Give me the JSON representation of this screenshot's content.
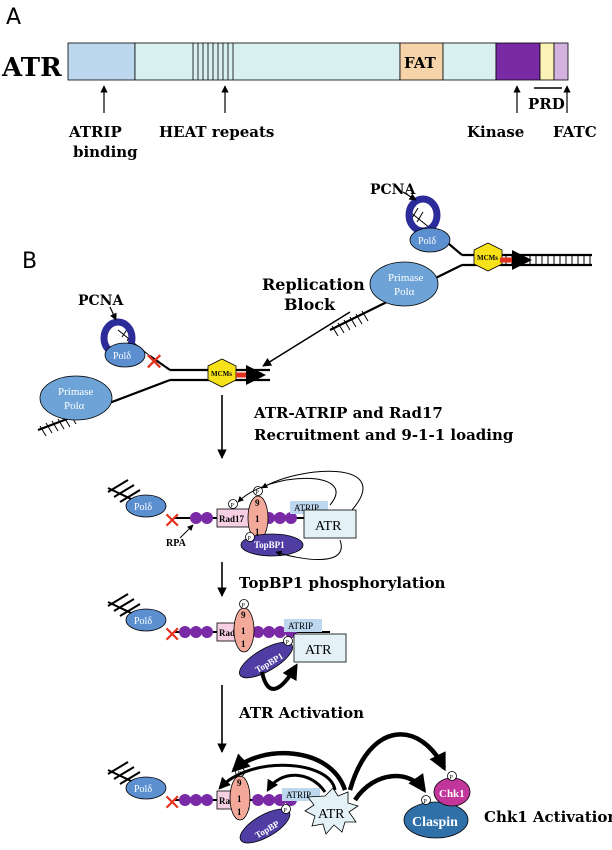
{
  "panel_a": {
    "label": "A",
    "protein": "ATR",
    "fat": "FAT",
    "domains": {
      "atrip_binding": [
        "ATRIP",
        "binding"
      ],
      "heat": "HEAT repeats",
      "kinase": "Kinase",
      "prd": "PRD",
      "fatc": "FATC"
    },
    "colors": {
      "atrip": "#bcd7ee",
      "body": "#d9f0f0",
      "fat": "#f6d3a8",
      "kinase": "#7b2aa5",
      "prd": "#fbf3b5",
      "fatc": "#d3b2e0"
    }
  },
  "panel_b": {
    "label": "B",
    "pcna": "PCNA",
    "pol_delta": "Polδ",
    "mcms": "MCMs",
    "primase": [
      "Primase",
      "Polα"
    ],
    "replication_block": [
      "Replication",
      "Block"
    ],
    "step1": [
      "ATR-ATRIP and Rad17",
      "Recruitment and 9-1-1 loading"
    ],
    "step2": "TopBP1 phosphorylation",
    "step3": "ATR Activation",
    "rad17": "Rad17",
    "nine_one_one": [
      "9",
      "1",
      "1"
    ],
    "atrip": "ATRIP",
    "atr": "ATR",
    "topbp1": "TopBP1",
    "topbp1_last": "TopBP",
    "rpa": "RPA",
    "phospho": "P",
    "chk1": "Chk1",
    "claspin": "Claspin",
    "chk1_activation": "Chk1 Activation"
  }
}
